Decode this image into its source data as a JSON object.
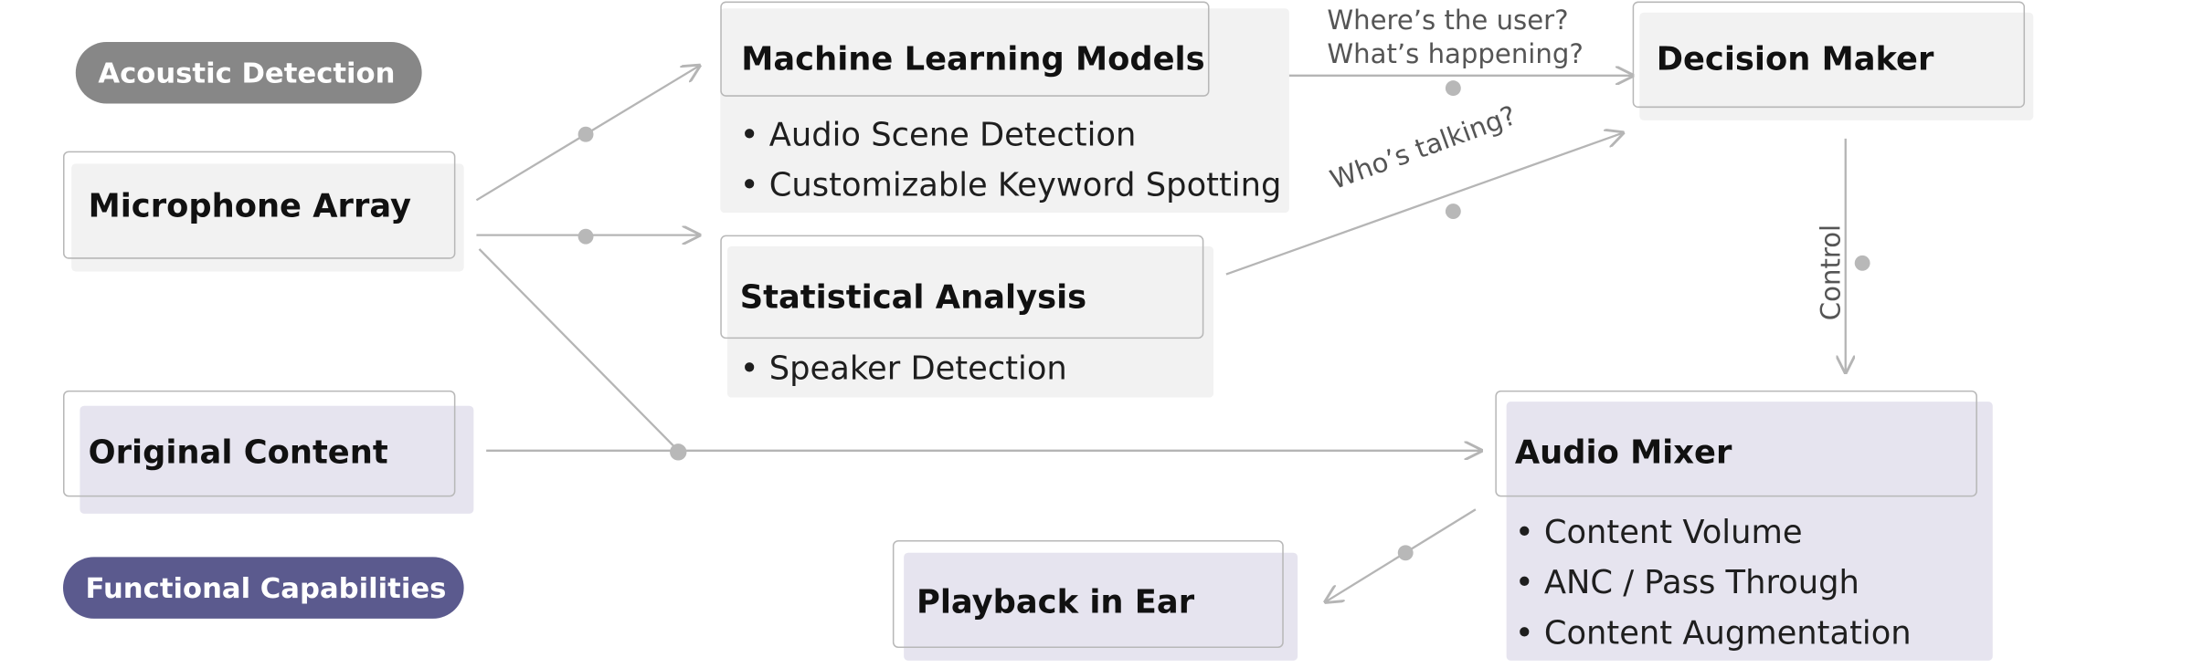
{
  "legend": {
    "acoustic": {
      "label": "Acoustic Detection",
      "color": "#878787"
    },
    "functional": {
      "label": "Functional Capabilities",
      "color": "#5b5a8e"
    }
  },
  "nodes": {
    "microphone_array": {
      "title": "Microphone Array"
    },
    "original_content": {
      "title": "Original Content"
    },
    "ml_models": {
      "title": "Machine Learning Models",
      "bullets": [
        "• Audio Scene Detection",
        "• Customizable Keyword Spotting"
      ]
    },
    "statistical_analysis": {
      "title": "Statistical Analysis",
      "bullets": [
        "• Speaker Detection"
      ]
    },
    "decision_maker": {
      "title": "Decision Maker"
    },
    "audio_mixer": {
      "title": "Audio Mixer",
      "bullets": [
        "• Content Volume",
        "• ANC / Pass Through",
        "• Content Augmentation"
      ]
    },
    "playback": {
      "title": "Playback in Ear"
    }
  },
  "edge_labels": {
    "where_user": "Where’s the user?",
    "whats_happening": "What’s happening?",
    "whos_talking": "Who’s talking?",
    "control": "Control"
  },
  "colors": {
    "edge": "#b5b5b5",
    "node_fill_acoustic": "#f2f2f2",
    "node_fill_functional": "#e6e4ef"
  }
}
